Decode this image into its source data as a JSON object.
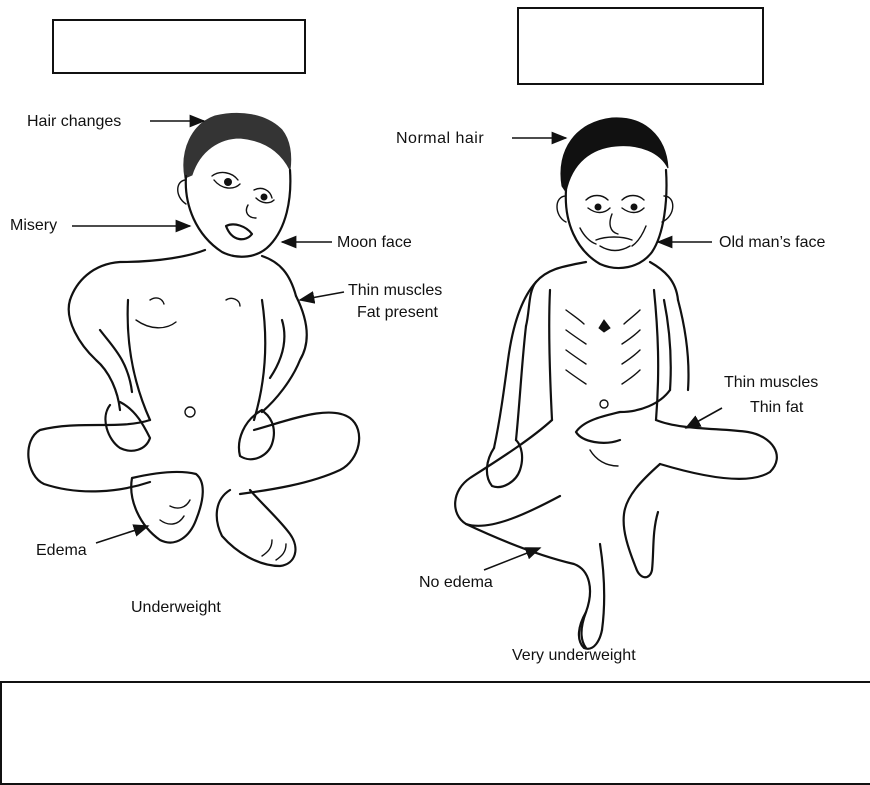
{
  "left_figure": {
    "labels": {
      "hair": "Hair changes",
      "misery": "Misery",
      "face": "Moon face",
      "muscles_line1": "Thin muscles",
      "muscles_line2": "Fat present",
      "edema": "Edema",
      "caption": "Underweight"
    }
  },
  "right_figure": {
    "labels": {
      "hair": "Normal hair",
      "face": "Old man’s face",
      "muscles_line1": "Thin muscles",
      "muscles_line2": "Thin fat",
      "edema": "No edema",
      "caption": "Very underweight"
    }
  },
  "answer_boxes": {
    "left_title": "",
    "right_title": "",
    "bottom": ""
  }
}
